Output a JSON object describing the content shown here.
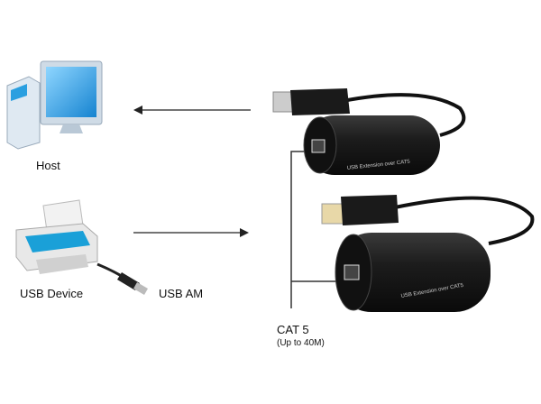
{
  "labels": {
    "host": "Host",
    "usb_device": "USB Device",
    "usb_am": "USB AM",
    "cat5": "CAT 5",
    "cat5_range": "(Up to 40M)",
    "device_print": "USB Extension over CAT5"
  },
  "colors": {
    "monitor": "#2a9fe0",
    "printer": "#1aa0d8",
    "device": "#1a1a1a",
    "line": "#333333"
  }
}
